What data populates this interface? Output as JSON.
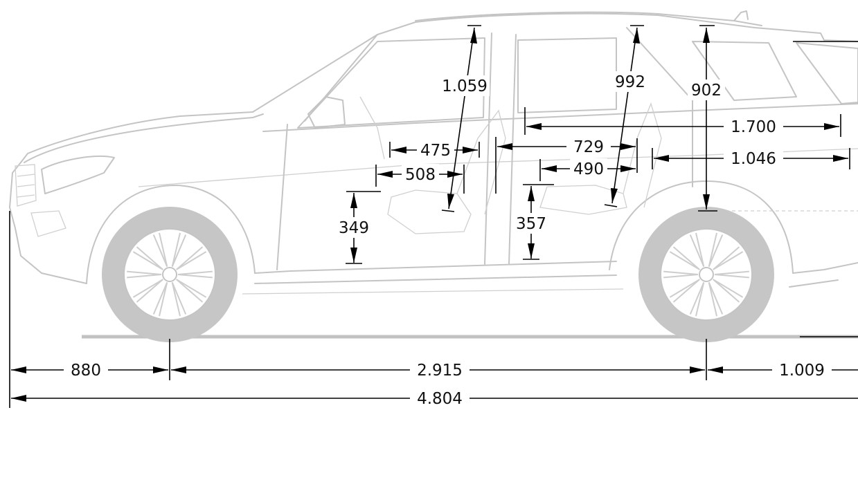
{
  "dimensions": {
    "front_overhang": "880",
    "wheelbase": "2.915",
    "rear_overhang": "1.009",
    "overall_length": "4.804",
    "front_headroom": "1.059",
    "rear_headroom": "992",
    "cargo_height": "902",
    "cargo_length_max": "1.700",
    "cargo_length": "1.046",
    "rear_legroom": "729",
    "front_knee_room": "475",
    "front_seat_depth": "508",
    "rear_seat_depth": "490",
    "front_seat_height": "349",
    "rear_seat_height": "357"
  },
  "colors": {
    "vehicle_outline": "#c4c4c4",
    "tyre": "#c6c6c6",
    "dimension_lines": "#000000",
    "background": "#ffffff"
  }
}
